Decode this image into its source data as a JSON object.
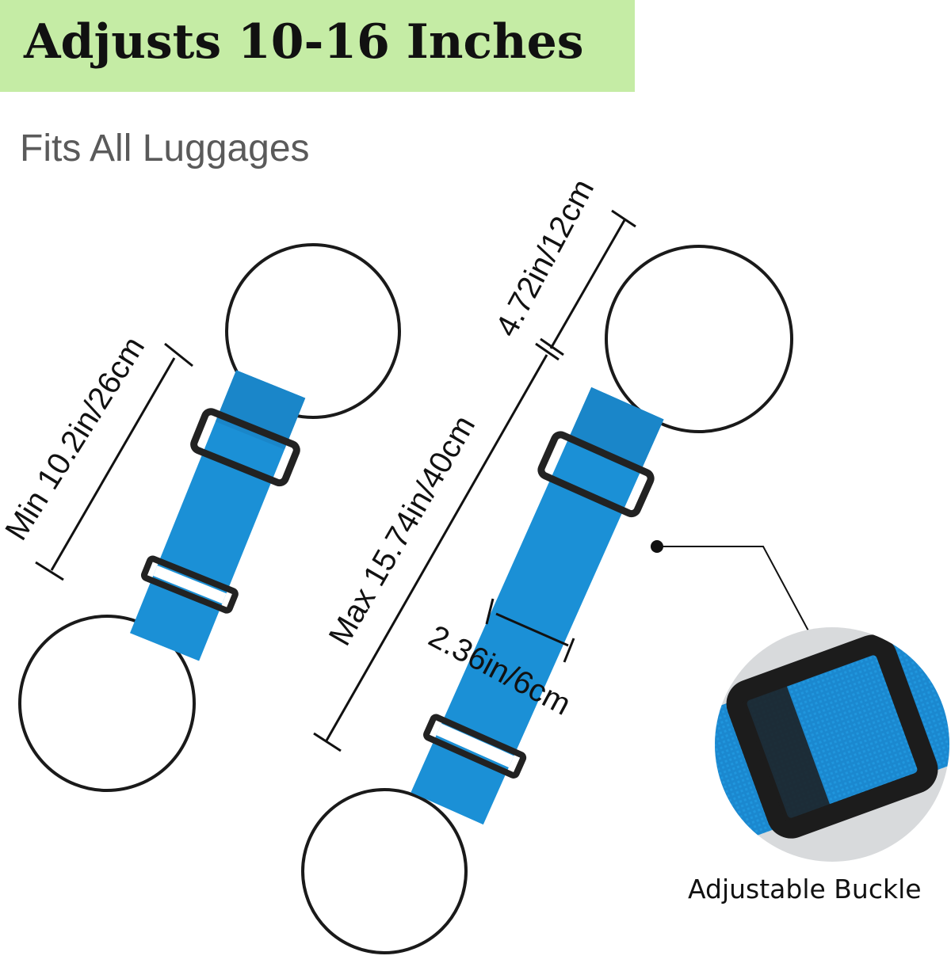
{
  "header": {
    "title": "Adjusts 10-16 Inches"
  },
  "subheader": {
    "text": "Fits All Luggages"
  },
  "dimensions": {
    "min_length": "Min 10.2in/26cm",
    "max_length": "Max 15.74in/40cm",
    "loop_length": "4.72in/12cm",
    "width": "2.36in/6cm"
  },
  "callout": {
    "label": "Adjustable Buckle"
  },
  "colors": {
    "header_band": "#c5eca5",
    "strap": "#1b90d6",
    "strap_dark": "#1478b8",
    "loop": "#1a1a1a",
    "buckle": "#222222"
  }
}
